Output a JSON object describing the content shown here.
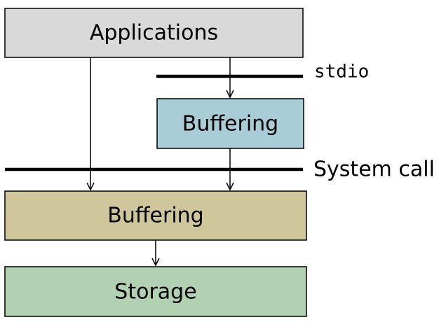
{
  "boxes": {
    "applications": {
      "label": "Applications",
      "color": "#d9d9d9"
    },
    "stdio_buffering": {
      "label": "Buffering",
      "color": "#a9cdd6"
    },
    "kernel_buffering": {
      "label": "Buffering",
      "color": "#d0c69b"
    },
    "storage": {
      "label": "Storage",
      "color": "#b2d1b3"
    }
  },
  "layers": {
    "stdio": {
      "label": "stdio"
    },
    "system_call": {
      "label": "System call"
    }
  }
}
